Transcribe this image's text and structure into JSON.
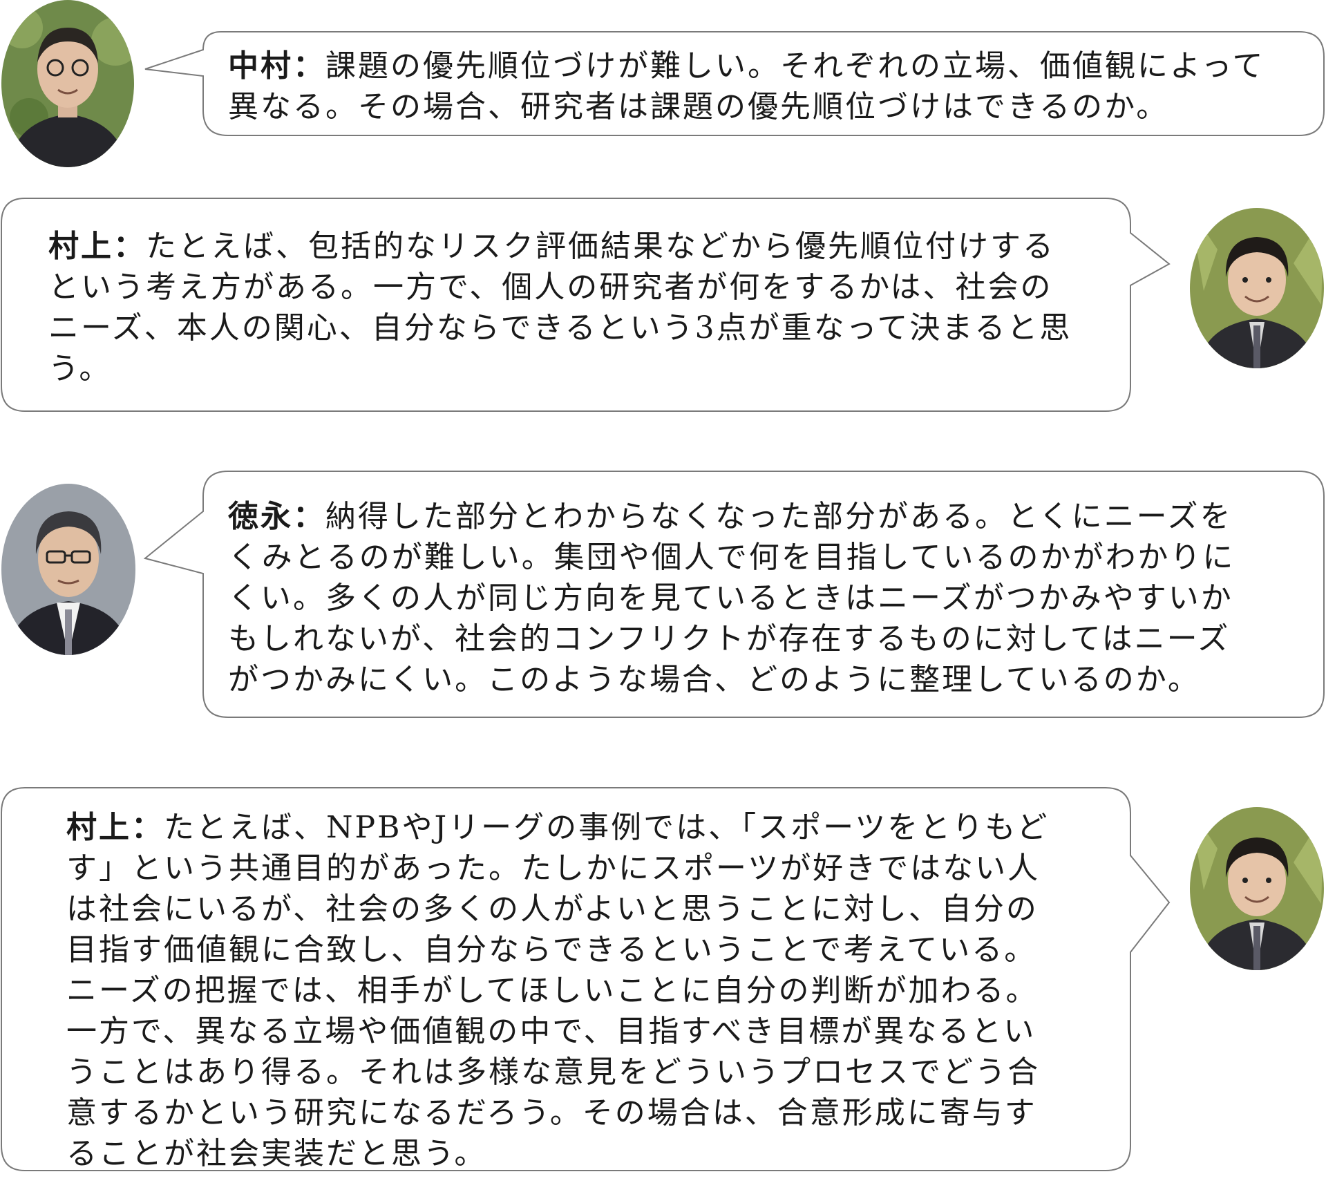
{
  "dialogue": [
    {
      "speaker": "中村",
      "separator": "：",
      "text": "課題の優先順位づけが難しい。それぞれの立場、価値観によって\n異なる。その場合、研究者は課題の優先順位づけはできるのか。",
      "avatar_icon": "person-portrait-icon",
      "side": "left"
    },
    {
      "speaker": "村上",
      "separator": "：",
      "text": "たとえば、包括的なリスク評価結果などから優先順位付けする\nという考え方がある。一方で、個人の研究者が何をするかは、社会の\nニーズ、本人の関心、自分ならできるという3点が重なって決まると思\nう。",
      "avatar_icon": "person-portrait-icon",
      "side": "right"
    },
    {
      "speaker": "徳永",
      "separator": "：",
      "text": "納得した部分とわからなくなった部分がある。とくにニーズを\nくみとるのが難しい。集団や個人で何を目指しているのかがわかりに\nくい。多くの人が同じ方向を見ているときはニーズがつかみやすいか\nもしれないが、社会的コンフリクトが存在するものに対してはニーズ\nがつかみにくい。このような場合、どのように整理しているのか。",
      "avatar_icon": "person-portrait-icon",
      "side": "left"
    },
    {
      "speaker": "村上",
      "separator": "：",
      "text": "たとえば、NPBやJリーグの事例では、「スポーツをとりもど\nす」という共通目的があった。たしかにスポーツが好きではない人\nは社会にいるが、社会の多くの人がよいと思うことに対し、自分の\n目指す価値観に合致し、自分ならできるということで考えている。\nニーズの把握では、相手がしてほしいことに自分の判断が加わる。\n一方で、異なる立場や価値観の中で、目指すべき目標が異なるとい\nうことはあり得る。それは多様な意見をどういうプロセスでどう合\n意するかという研究になるだろう。その場合は、合意形成に寄与す\nることが社会実装だと思う。",
      "avatar_icon": "person-portrait-icon",
      "side": "right"
    }
  ],
  "colors": {
    "bubble_border": "#7a7a7a",
    "text": "#1a1a1a",
    "avatar_bg_green": "#6f8a4a",
    "avatar_bg_gray": "#9aa0a8",
    "suit": "#2b2b30"
  }
}
